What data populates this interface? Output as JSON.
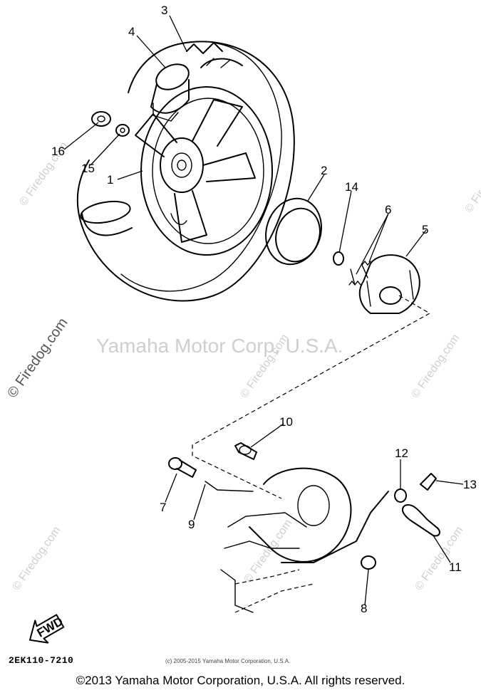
{
  "diagram": {
    "part_code": "2EK110-7210",
    "small_copyright": "(c) 2005-2015 Yamaha Motor Corporation, U.S.A.",
    "copyright": "©2013 Yamaha Motor Corporation, U.S.A. All rights reserved.",
    "watermark_center": "Yamaha Motor Corp, U.S.A.",
    "watermark_site": "© Firedog.com",
    "fwd_label": "FWD",
    "callouts": {
      "c1": "1",
      "c2": "2",
      "c3": "3",
      "c4": "4",
      "c5": "5",
      "c6": "6",
      "c7": "7",
      "c8": "8",
      "c9": "9",
      "c10": "10",
      "c11": "11",
      "c12": "12",
      "c13": "13",
      "c14": "14",
      "c15": "15",
      "c16": "16"
    }
  }
}
